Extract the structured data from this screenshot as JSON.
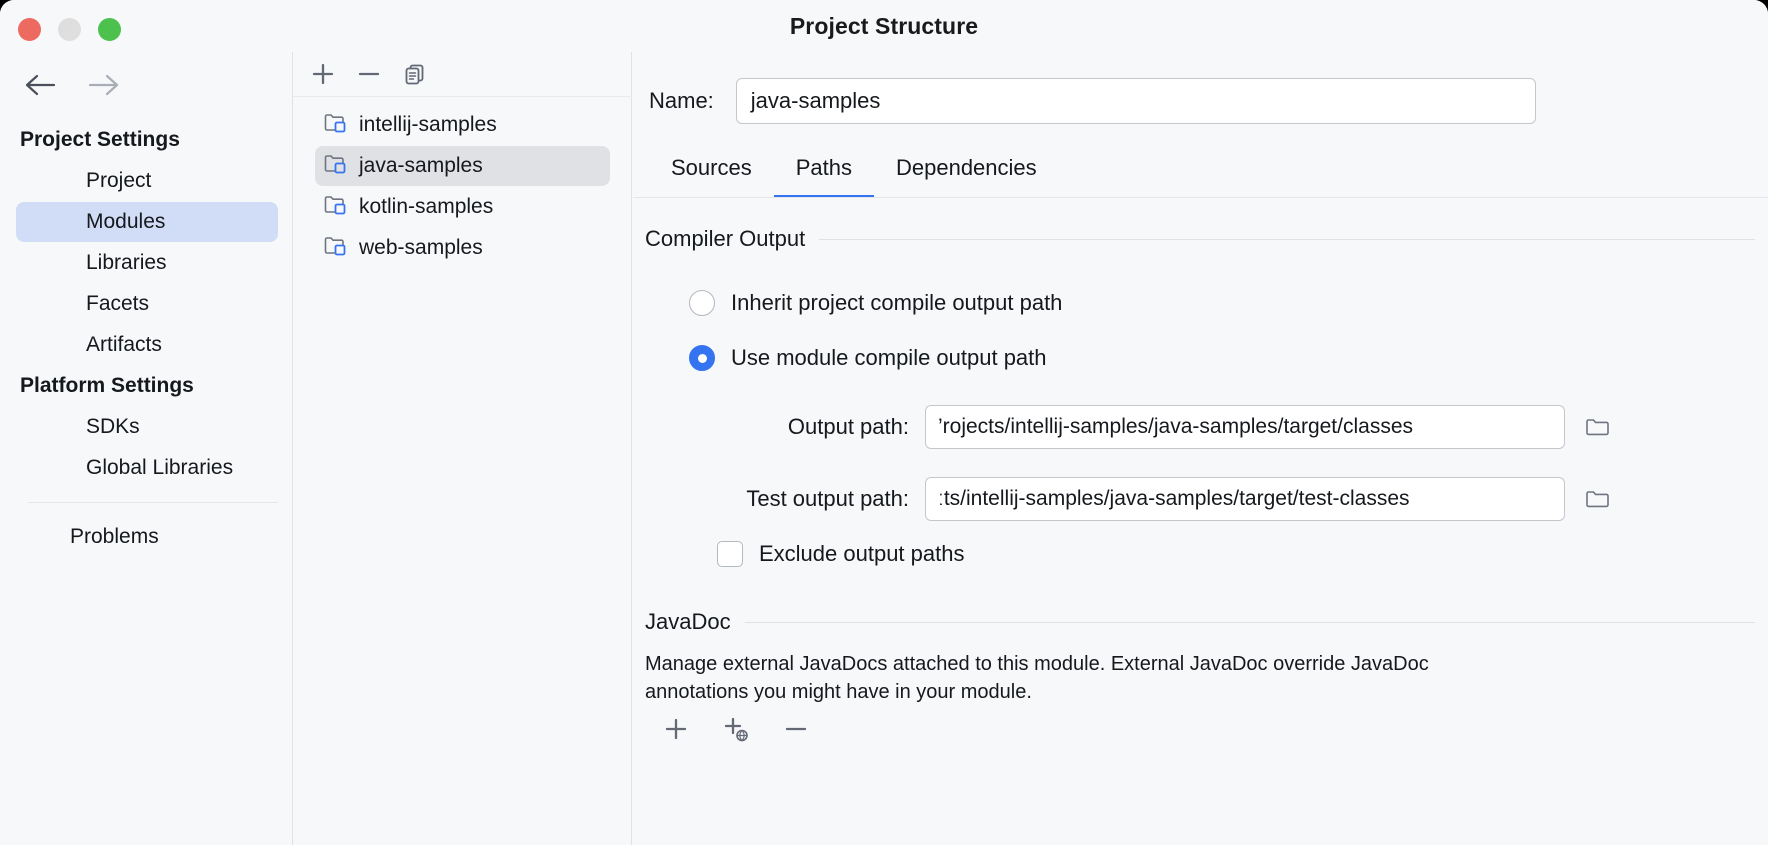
{
  "window": {
    "title": "Project Structure",
    "traffic_lights": [
      "close-red",
      "minimize-yellow",
      "zoom-green"
    ]
  },
  "nav": {
    "back": "back-arrow",
    "forward": "forward-arrow"
  },
  "sidebar": {
    "groups": [
      {
        "label": "Project Settings",
        "items": [
          {
            "label": "Project",
            "selected": false
          },
          {
            "label": "Modules",
            "selected": true
          },
          {
            "label": "Libraries",
            "selected": false
          },
          {
            "label": "Facets",
            "selected": false
          },
          {
            "label": "Artifacts",
            "selected": false
          }
        ]
      },
      {
        "label": "Platform Settings",
        "items": [
          {
            "label": "SDKs",
            "selected": false
          },
          {
            "label": "Global Libraries",
            "selected": false
          }
        ]
      }
    ],
    "extra": {
      "label": "Problems"
    }
  },
  "modules": {
    "toolbar": [
      {
        "name": "add-module-button",
        "icon": "plus-icon"
      },
      {
        "name": "remove-module-button",
        "icon": "minus-icon"
      },
      {
        "name": "copy-module-button",
        "icon": "copy-icon"
      }
    ],
    "items": [
      {
        "label": "intellij-samples",
        "selected": false
      },
      {
        "label": "java-samples",
        "selected": true
      },
      {
        "label": "kotlin-samples",
        "selected": false
      },
      {
        "label": "web-samples",
        "selected": false
      }
    ]
  },
  "detail": {
    "name_label": "Name:",
    "name_value": "java-samples",
    "tabs": [
      {
        "label": "Sources",
        "active": false
      },
      {
        "label": "Paths",
        "active": true
      },
      {
        "label": "Dependencies",
        "active": false
      }
    ],
    "compiler_output": {
      "section_title": "Compiler Output",
      "inherit_option": "Inherit project compile output path",
      "module_option": "Use module compile output path",
      "selected_option": "module",
      "output_path_label": "Output path:",
      "output_path_value": "’rojects/intellij-samples/java-samples/target/classes",
      "test_output_path_label": "Test output path:",
      "test_output_path_value": "ːts/intellij-samples/java-samples/target/test-classes",
      "exclude_label": "Exclude output paths",
      "exclude_checked": false
    },
    "javadoc": {
      "section_title": "JavaDoc",
      "description": "Manage external JavaDocs attached to this module. External JavaDoc override JavaDoc annotations you might have in your module.",
      "toolbar": [
        {
          "name": "add-javadoc-button",
          "icon": "plus-icon"
        },
        {
          "name": "add-javadoc-url-button",
          "icon": "plus-globe-icon"
        },
        {
          "name": "remove-javadoc-button",
          "icon": "minus-icon"
        }
      ]
    }
  },
  "colors": {
    "accent": "#3574F0",
    "window_bg": "#F7F8FA",
    "selection_blue": "#D1DDF7",
    "selection_gray": "#DFE1E5"
  }
}
